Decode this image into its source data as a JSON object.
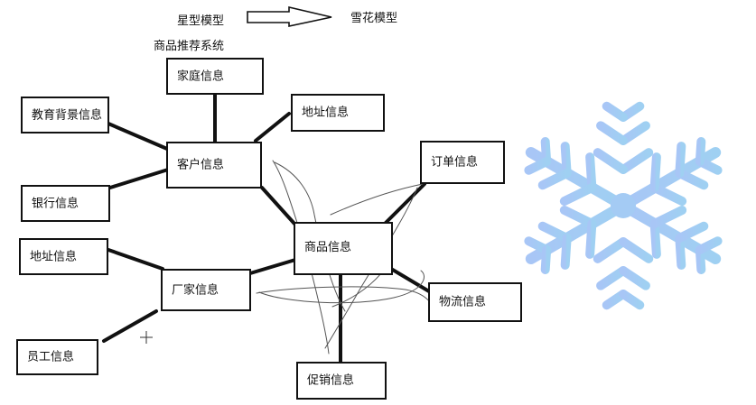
{
  "header": {
    "star_model": "星型模型",
    "snowflake_model": "雪花模型",
    "system_title": "商品推荐系统"
  },
  "nodes": {
    "home": "家庭信息",
    "education": "教育背景信息",
    "address_customer": "地址信息",
    "customer": "客户信息",
    "bank": "银行信息",
    "order": "订单信息",
    "product": "商品信息",
    "address_vendor": "地址信息",
    "vendor": "厂家信息",
    "logistics": "物流信息",
    "employee": "员工信息",
    "promotion": "促销信息"
  },
  "colors": {
    "snowflake": "#a8c8f4",
    "line": "#111111",
    "scribble": "#555555"
  },
  "icons": {
    "snowflake": "snowflake-icon",
    "cursor": "crosshair-cursor-icon"
  }
}
